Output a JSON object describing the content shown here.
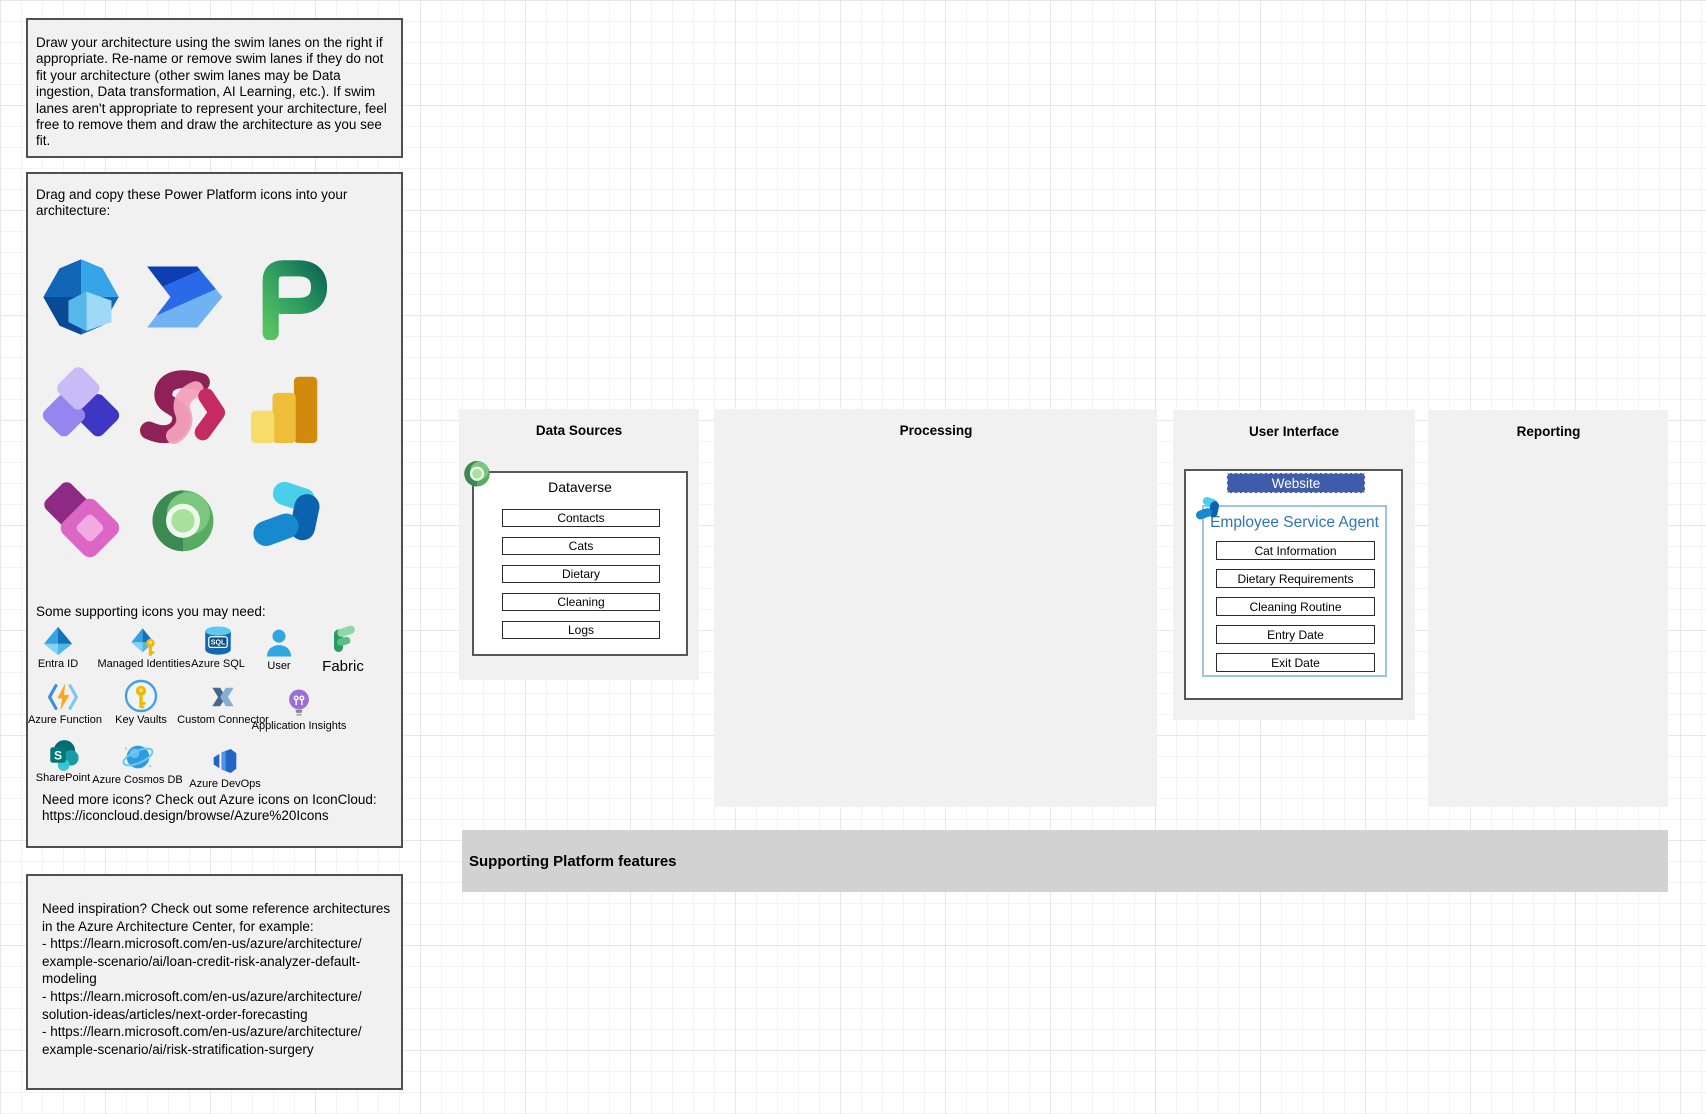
{
  "instructions_box": {
    "text": "Draw your architecture using the swim lanes on the right if appropriate. Re-name or remove swim lanes if they do not fit your architecture (other swim lanes may be Data ingestion, Data transformation, AI Learning, etc.). If swim lanes aren't appropriate to represent your architecture, feel free to remove them and draw the architecture as you see fit."
  },
  "palette_box": {
    "title": "Drag and copy these Power Platform icons into your architecture:",
    "power_platform_icons": [
      "dataverse",
      "power-automate",
      "power-platform",
      "power-pages",
      "power-automate-process-mining",
      "power-bi",
      "power-apps",
      "copilot-studio",
      "microsoft-copilot"
    ],
    "supporting_title": "Some supporting icons you may need:",
    "supporting_icons": [
      {
        "label": "Entra ID",
        "icon": "entra-id"
      },
      {
        "label": "Managed Identities",
        "icon": "managed-identities"
      },
      {
        "label": "Azure SQL",
        "icon": "azure-sql"
      },
      {
        "label": "User",
        "icon": "user"
      },
      {
        "label": "Fabric",
        "icon": "fabric"
      },
      {
        "label": "Azure Function",
        "icon": "azure-function"
      },
      {
        "label": "Key Vaults",
        "icon": "key-vaults"
      },
      {
        "label": "Custom Connector",
        "icon": "custom-connector"
      },
      {
        "label": "Application Insights",
        "icon": "application-insights"
      },
      {
        "label": "SharePoint",
        "icon": "sharepoint"
      },
      {
        "label": "Azure Cosmos DB",
        "icon": "azure-cosmos-db"
      },
      {
        "label": "Azure DevOps",
        "icon": "azure-devops"
      }
    ],
    "footer_line1": "Need more icons? Check out Azure icons on IconCloud:",
    "footer_line2": "https://iconcloud.design/browse/Azure%20Icons"
  },
  "inspiration_box": {
    "lines": [
      "Need inspiration? Check out some reference architectures",
      "in the Azure Architecture Center, for example:",
      "- https://learn.microsoft.com/en-us/azure/architecture/",
      "example-scenario/ai/loan-credit-risk-analyzer-default-",
      "modeling",
      "- https://learn.microsoft.com/en-us/azure/architecture/",
      "solution-ideas/articles/next-order-forecasting",
      "- https://learn.microsoft.com/en-us/azure/architecture/",
      "example-scenario/ai/risk-stratification-surgery"
    ]
  },
  "lanes": {
    "data_sources": {
      "label": "Data Sources"
    },
    "processing": {
      "label": "Processing"
    },
    "user_interface": {
      "label": "User Interface"
    },
    "reporting": {
      "label": "Reporting"
    },
    "supporting_features": {
      "label": "Supporting Platform features"
    }
  },
  "dataverse_box": {
    "title": "Dataverse",
    "marker_icon": "copilot-studio-green-ring",
    "entities": [
      "Contacts",
      "Cats",
      "Dietary",
      "Cleaning",
      "Logs"
    ]
  },
  "website_box": {
    "title": "Website",
    "agent_icon": "microsoft-copilot",
    "agent_title": "Employee Service Agent",
    "fields": [
      "Cat Information",
      "Dietary Requirements",
      "Cleaning Routine",
      "Entry Date",
      "Exit Date"
    ]
  },
  "colors": {
    "website_header": "#3f5cab",
    "agent_border": "#9dc3e6",
    "agent_title_text": "#2e75b6",
    "lane_fill": "#f1f1f1",
    "supporting_bar_fill": "#d2d2d2",
    "panel_fill": "#f1f1f1"
  }
}
